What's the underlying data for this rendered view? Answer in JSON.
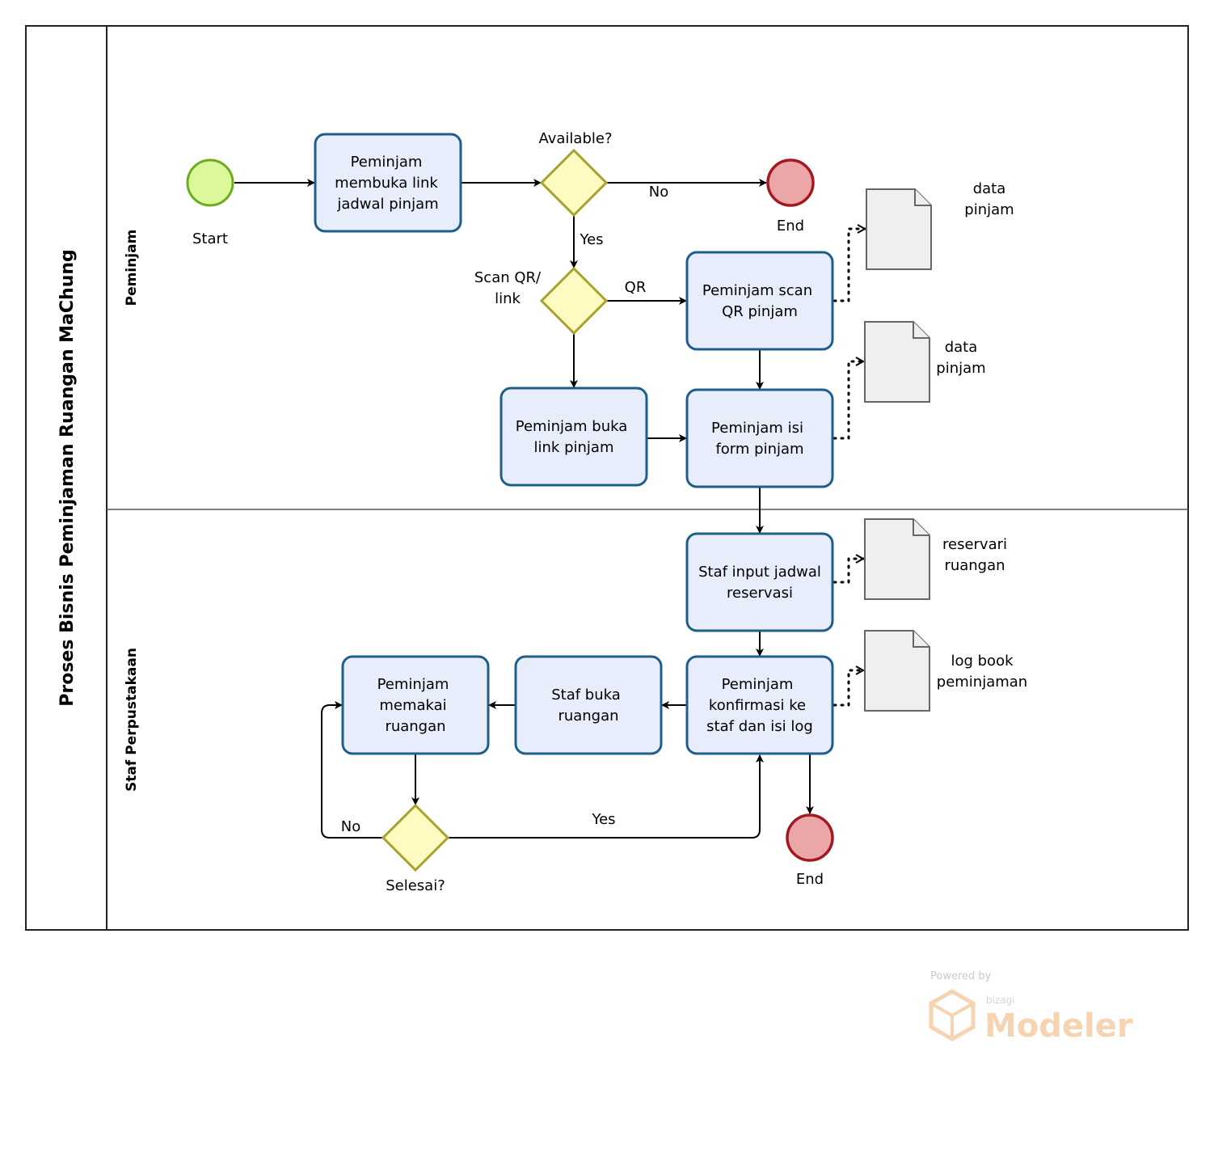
{
  "pool": {
    "title": "Proses Bisnis Peminjaman Ruangan MaChung"
  },
  "lanes": [
    {
      "title": "Peminjam"
    },
    {
      "title": "Staf Perpustakaan"
    }
  ],
  "events": {
    "start": "Start",
    "end_1": "End",
    "end_2": "End"
  },
  "tasks": {
    "buka_link_jadwal": [
      "Peminjam",
      "membuka link",
      "jadwal pinjam"
    ],
    "scan_qr": [
      "Peminjam scan",
      "QR pinjam"
    ],
    "buka_link_pinjam": [
      "Peminjam buka",
      "link pinjam"
    ],
    "isi_form": [
      "Peminjam isi",
      "form pinjam"
    ],
    "input_jadwal": [
      "Staf input jadwal",
      "reservasi"
    ],
    "konfirmasi": [
      "Peminjam",
      "konfirmasi ke",
      "staf dan isi log"
    ],
    "buka_ruangan": [
      "Staf buka",
      "ruangan"
    ],
    "memakai": [
      "Peminjam",
      "memakai",
      "ruangan"
    ]
  },
  "gateways": {
    "available": [
      "Available?"
    ],
    "scan_or_link": [
      "Scan QR/",
      "link"
    ],
    "selesai": [
      "Selesai?"
    ]
  },
  "flow_labels": {
    "no_available": "No",
    "yes_available": "Yes",
    "qr": "QR",
    "no_selesai": "No",
    "yes_selesai": "Yes"
  },
  "documents": {
    "data_pinjam_1": [
      "data",
      "pinjam"
    ],
    "data_pinjam_2": [
      "data",
      "pinjam"
    ],
    "reservasi": [
      "reservari",
      "ruangan"
    ],
    "log_book": [
      "log book",
      "peminjaman"
    ]
  },
  "watermark": {
    "powered": "Powered by",
    "brand": "bizagi",
    "product": "Modeler"
  },
  "colors": {
    "task_fill": "#e8edfb",
    "task_stroke": "#1d5e8c",
    "gateway_fill": "#fdfbc2",
    "gateway_stroke": "#a8a22a",
    "start_fill": "#dcf99a",
    "end_fill": "#eba7a7",
    "end_stroke": "#a41921"
  }
}
